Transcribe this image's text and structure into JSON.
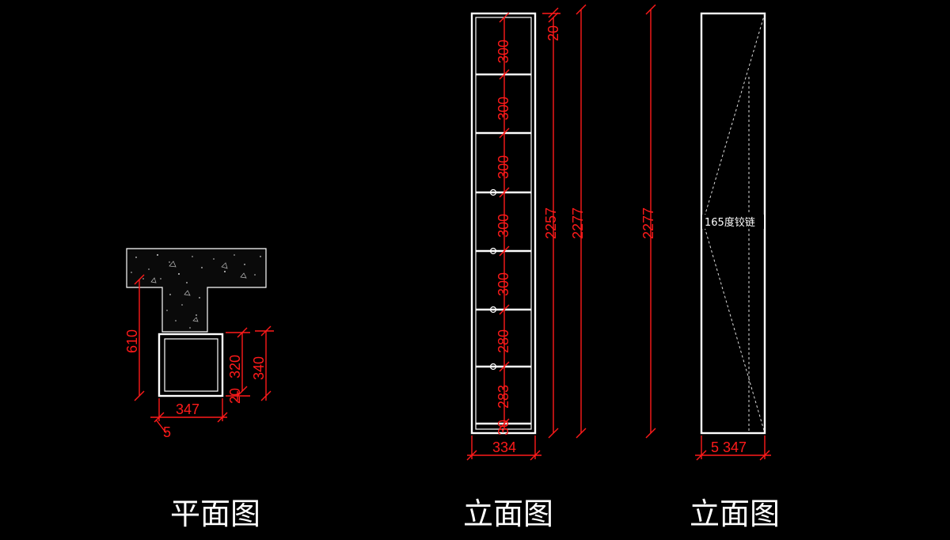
{
  "plan": {
    "caption": "平面图",
    "dims": {
      "height_610": "610",
      "inner_320": "320",
      "outer_340": "340",
      "base_20": "20",
      "width_347": "347",
      "offset_5": "5"
    }
  },
  "elevation_front": {
    "caption": "立面图",
    "shelf_spacings": [
      "20",
      "300",
      "300",
      "300",
      "300",
      "300",
      "280",
      "283",
      "30"
    ],
    "dims": {
      "inner_height": "2257",
      "outer_height": "2277",
      "width": "334"
    }
  },
  "elevation_side": {
    "caption": "立面图",
    "hinge_note": "165度铰链",
    "dims": {
      "height": "2277",
      "width": "5 347"
    }
  },
  "colors": {
    "background": "#000000",
    "dimension": "#ff1a1a",
    "linework": "#ffffff"
  }
}
